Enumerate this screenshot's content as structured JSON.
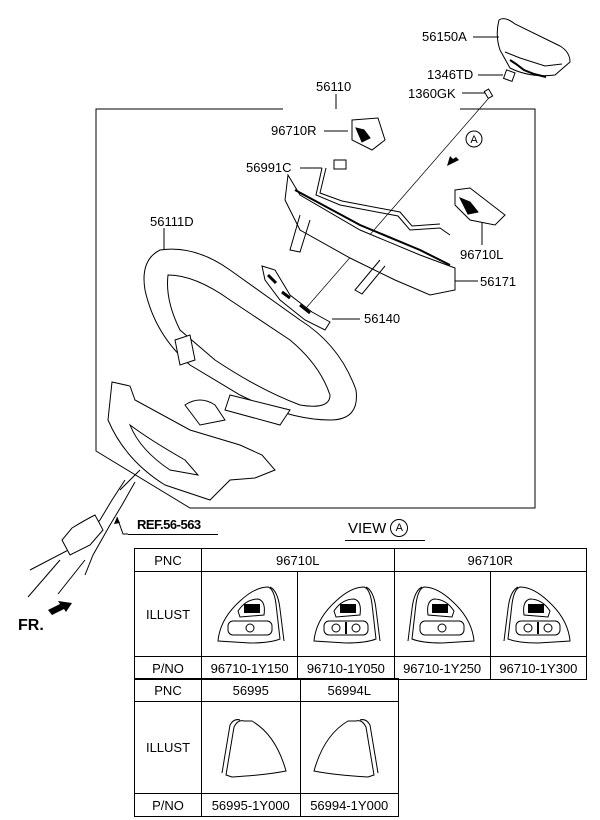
{
  "diagram": {
    "callouts": {
      "airbag": "56150A",
      "nut": "1346TD",
      "bolt": "1360GK",
      "assembly": "56110",
      "switch_right": "96710R",
      "extension_wire": "56991C",
      "wheel": "56111D",
      "switch_left": "96710L",
      "bracket": "56171",
      "damper": "56140"
    },
    "view_marker": "A",
    "reference": "REF.56-563",
    "front_indicator": "FR."
  },
  "view_a": {
    "title": "VIEW",
    "marker": "A"
  },
  "table_switches": {
    "row_labels": {
      "pnc": "PNC",
      "illust": "ILLUST",
      "pno": "P/NO"
    },
    "groups": [
      {
        "pnc": "96710L",
        "parts": [
          "96710-1Y150",
          "96710-1Y050"
        ]
      },
      {
        "pnc": "96710R",
        "parts": [
          "96710-1Y250",
          "96710-1Y300"
        ]
      }
    ]
  },
  "table_covers": {
    "row_labels": {
      "pnc": "PNC",
      "illust": "ILLUST",
      "pno": "P/NO"
    },
    "items": [
      {
        "pnc": "56995",
        "pno": "56995-1Y000"
      },
      {
        "pnc": "56994L",
        "pno": "56994-1Y000"
      }
    ]
  }
}
